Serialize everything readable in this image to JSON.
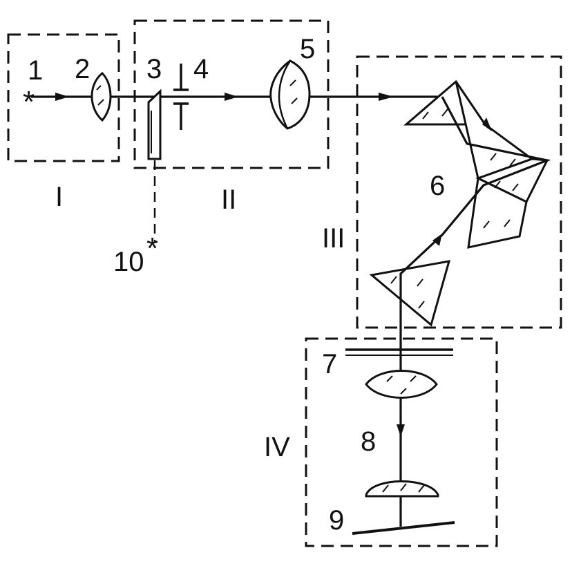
{
  "labels": {
    "n1": "1",
    "n2": "2",
    "n3": "3",
    "n4": "4",
    "n5": "5",
    "n6": "6",
    "n7": "7",
    "n8": "8",
    "n9": "9",
    "n10": "10",
    "g1": "I",
    "g2": "II",
    "g3": "III",
    "g4": "IV"
  },
  "symbols": {
    "source_mark": "*"
  }
}
